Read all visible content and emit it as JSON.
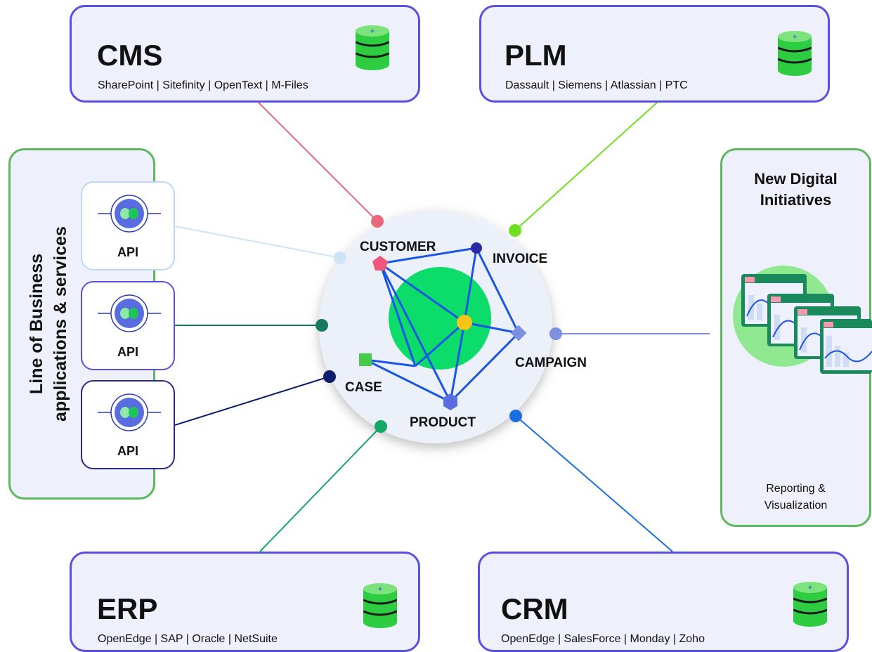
{
  "systems": {
    "cms": {
      "title": "CMS",
      "vendors": "SharePoint | Sitefinity | OpenText | M-Files"
    },
    "plm": {
      "title": "PLM",
      "vendors": "Dassault | Siemens | Atlassian | PTC"
    },
    "erp": {
      "title": "ERP",
      "vendors": "OpenEdge | SAP | Oracle | NetSuite"
    },
    "crm": {
      "title": "CRM",
      "vendors": "OpenEdge | SalesForce | Monday | Zoho"
    }
  },
  "line_of_business": {
    "title_line1": "Line of Business",
    "title_line2": "applications & services",
    "apis": [
      {
        "label": "API"
      },
      {
        "label": "API"
      },
      {
        "label": "API"
      }
    ]
  },
  "new_digital": {
    "title_line1": "New Digital",
    "title_line2": "Initiatives",
    "footer_line1": "Reporting &",
    "footer_line2": "Visualization"
  },
  "hub": {
    "entities": {
      "customer": "CUSTOMER",
      "invoice": "INVOICE",
      "campaign": "CAMPAIGN",
      "case": "CASE",
      "product": "PRODUCT"
    }
  },
  "colors": {
    "box_border": "#5a50e0",
    "box_fill": "#eef1fb",
    "green_border": "#5cb85c",
    "graph_edges": "#1a55e8",
    "hub_center": "#0bdc6a",
    "cms_link": "#e8677a",
    "plm_link": "#6fe01d",
    "erp_link": "#15a864",
    "crm_link": "#1a6fe0",
    "api1_link": "#cfe3f7",
    "api2_link": "#167a5e",
    "api3_link": "#0d1d6e",
    "ndi_link": "#7d8fe0"
  }
}
